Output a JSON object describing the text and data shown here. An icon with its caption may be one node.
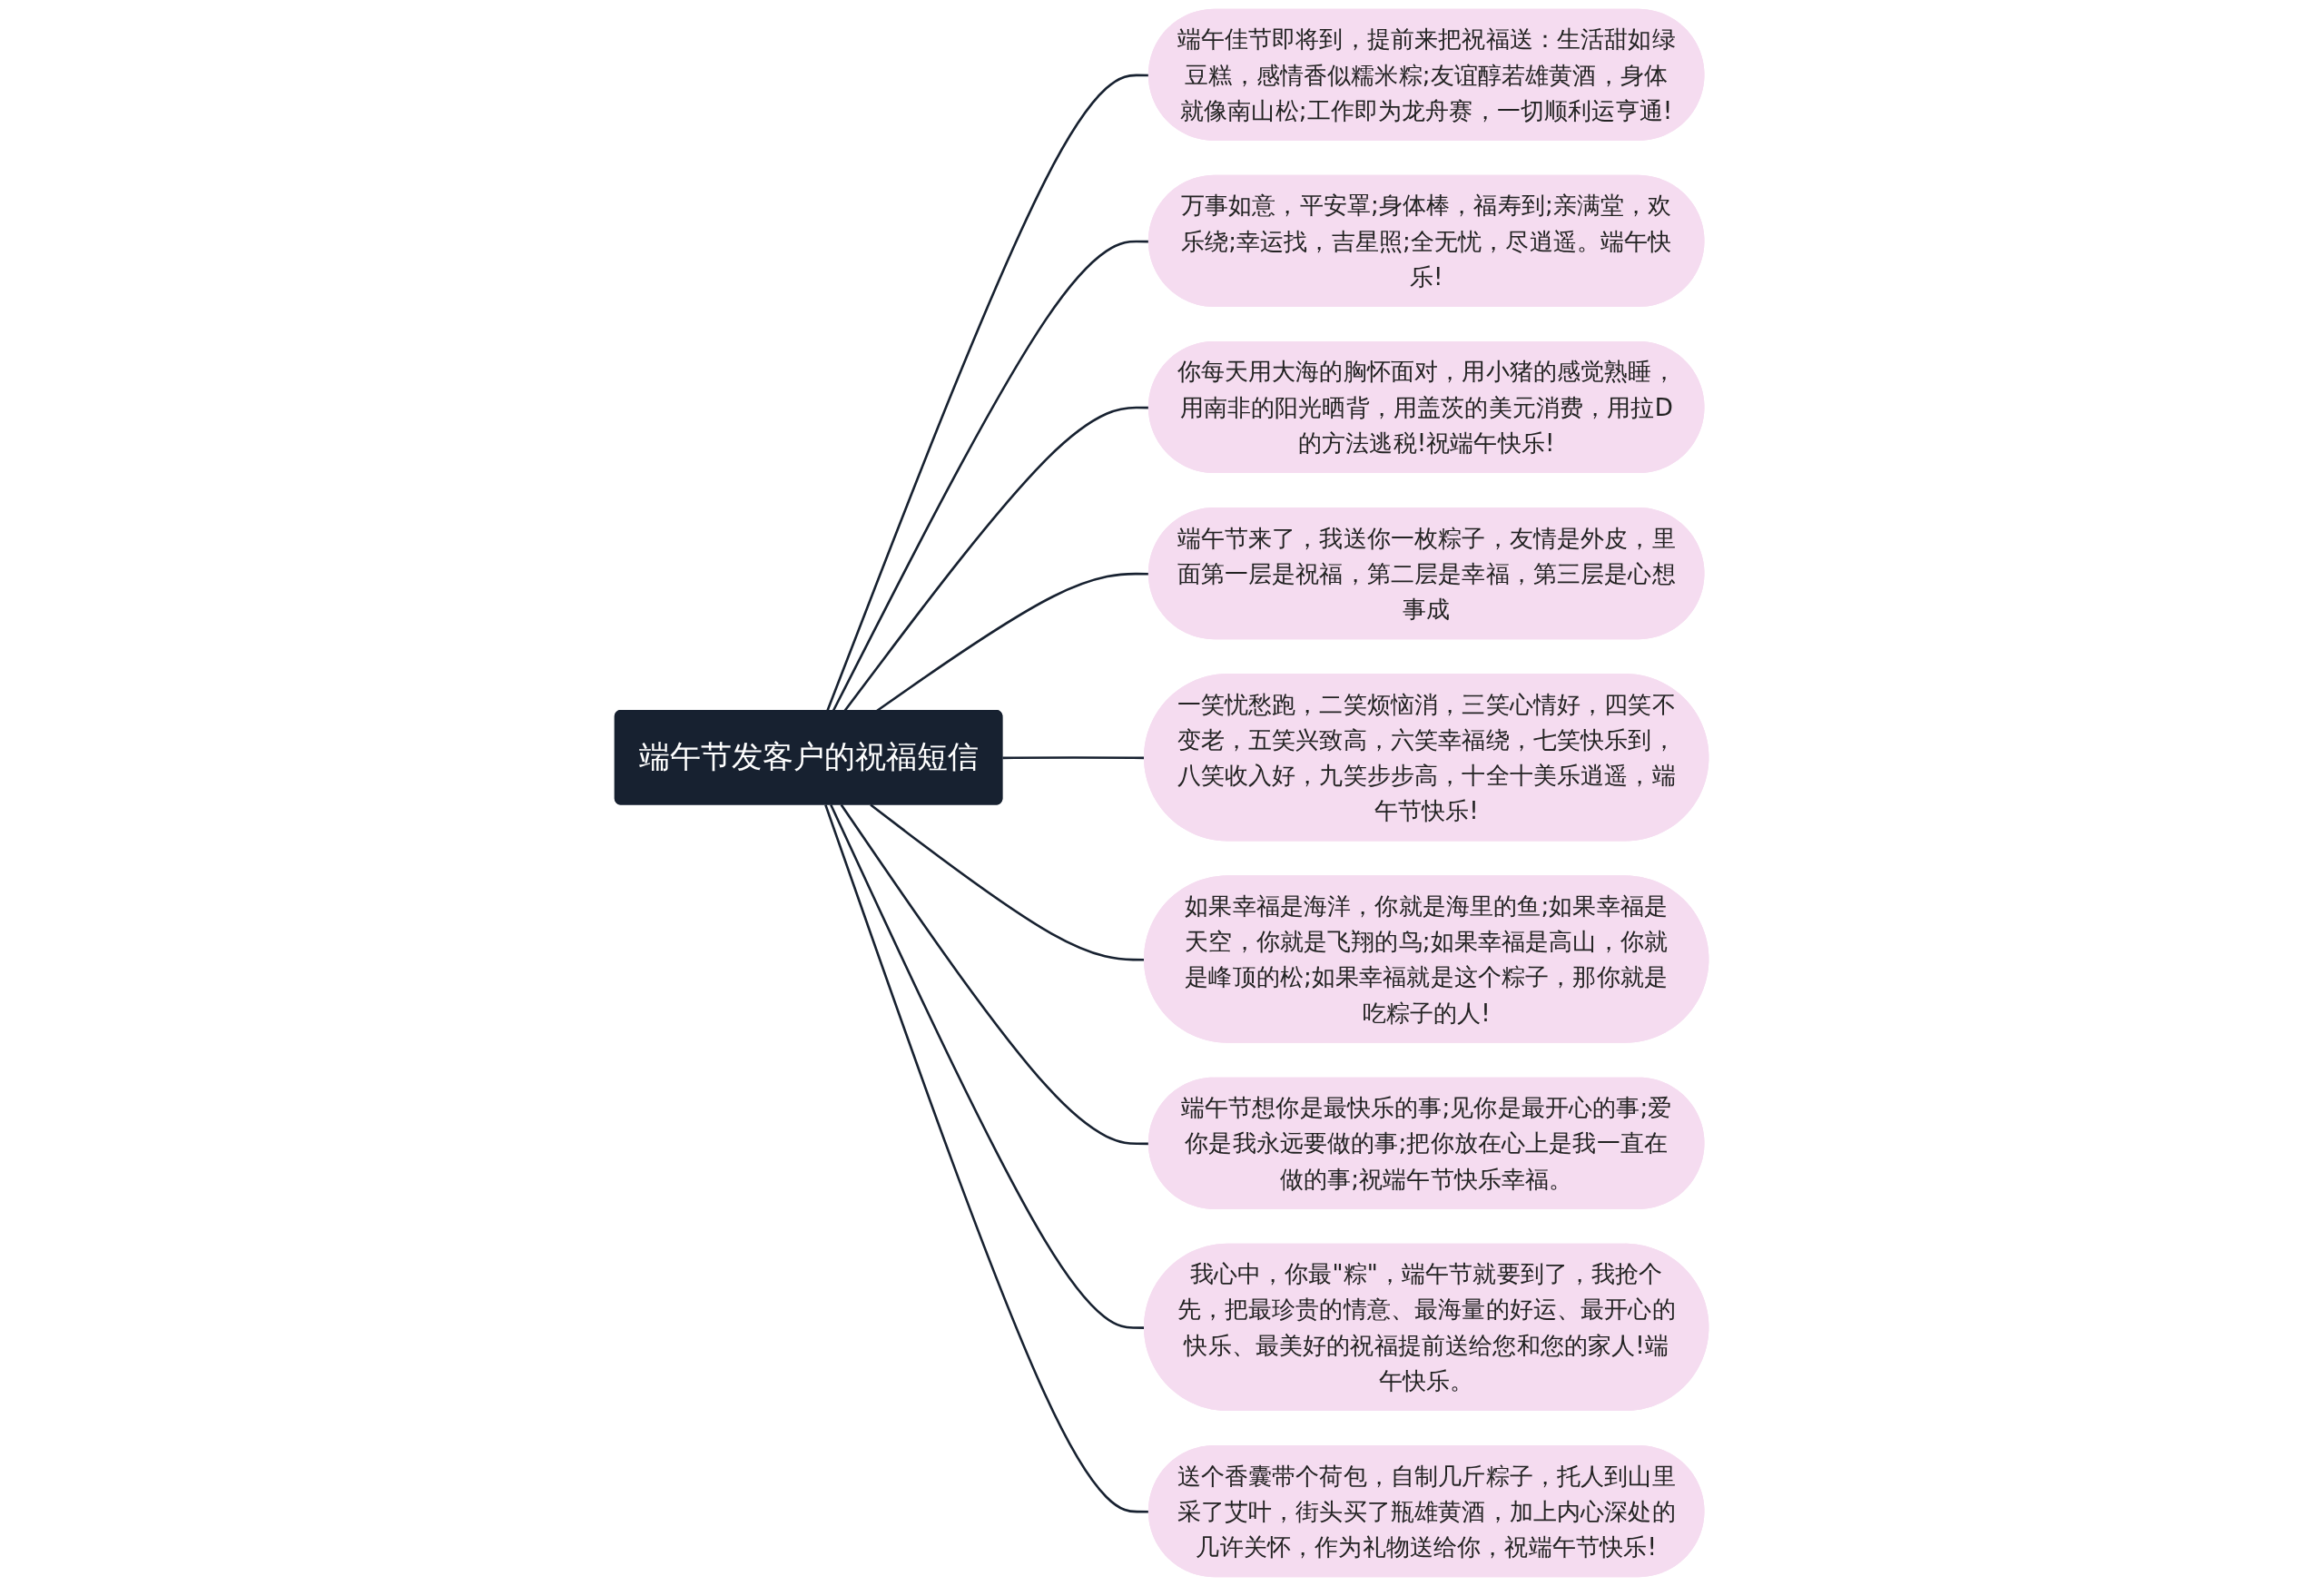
{
  "diagram": {
    "nodes": [
      {
        "text": [
          "端午节发客户的祝福短信"
        ]
      },
      {
        "text": [
          "端午佳节即将到，提前来把祝福送：生活甜如绿豆糕，感情香似糯米粽;友谊醇若雄黄酒，身体就像南山松;工作即为龙舟赛，一切顺利运亨通!"
        ]
      },
      {
        "text": [
          "万事如意，平安罩;身体棒，福寿到;亲满堂，欢乐绕;幸运找，吉星照;全无忧，尽逍遥。端午快乐!"
        ]
      },
      {
        "text": [
          "你每天用大海的胸怀面对，用小猪的感觉熟睡，用南非的阳光晒背，用盖茨的美元消费，用拉D的方法逃税!祝端午快乐!"
        ]
      },
      {
        "text": [
          "端午节来了，我送你一枚粽子，友情是外皮，里面第一层是祝福，第二层是幸福，第三层是心想事成"
        ]
      },
      {
        "text": [
          "一笑忧愁跑，二笑烦恼消，三笑心情好，四笑不变老，五笑兴致高，六笑幸福绕，七笑快乐到，八笑收入好，九笑步步高，十全十美乐逍遥，端午节快乐!"
        ]
      },
      {
        "text": [
          "如果幸福是海洋，你就是海里的鱼;如果幸福是天空，你就是飞翔的鸟;如果幸福是高山，你就是峰顶的松;如果幸福就是这个粽子，那你就是吃粽子的人!"
        ]
      },
      {
        "text": [
          "端午节想你是最快乐的事;见你是最开心的事;爱你是我永远要做的事;把你放在心上是我一直在做的事;祝端午节快乐幸福。"
        ]
      },
      {
        "text": [
          "我心中，你最\"粽\"，端午节就要到了，我抢个先，把最珍贵的情意、最海量的好运、最开心的快乐、最美好的祝福提前送给您和您的家人!端午快乐。"
        ]
      },
      {
        "text": [
          "送个香囊带个荷包，自制几斤粽子，托人到山里采了艾叶，街头买了瓶雄黄酒，加上内心深处的几许关怀，作为礼物送给你，祝端午节快乐!"
        ]
      }
    ],
    "edges": [
      {
        "from": 0,
        "to": 1,
        "arrow": "none"
      },
      {
        "from": 0,
        "to": 2,
        "arrow": "none"
      },
      {
        "from": 0,
        "to": 3,
        "arrow": "none"
      },
      {
        "from": 0,
        "to": 4,
        "arrow": "none"
      },
      {
        "from": 0,
        "to": 5,
        "arrow": "none"
      },
      {
        "from": 0,
        "to": 6,
        "arrow": "none"
      },
      {
        "from": 0,
        "to": 7,
        "arrow": "none"
      },
      {
        "from": 0,
        "to": 8,
        "arrow": "none"
      },
      {
        "from": 0,
        "to": 9,
        "arrow": "none"
      }
    ]
  }
}
